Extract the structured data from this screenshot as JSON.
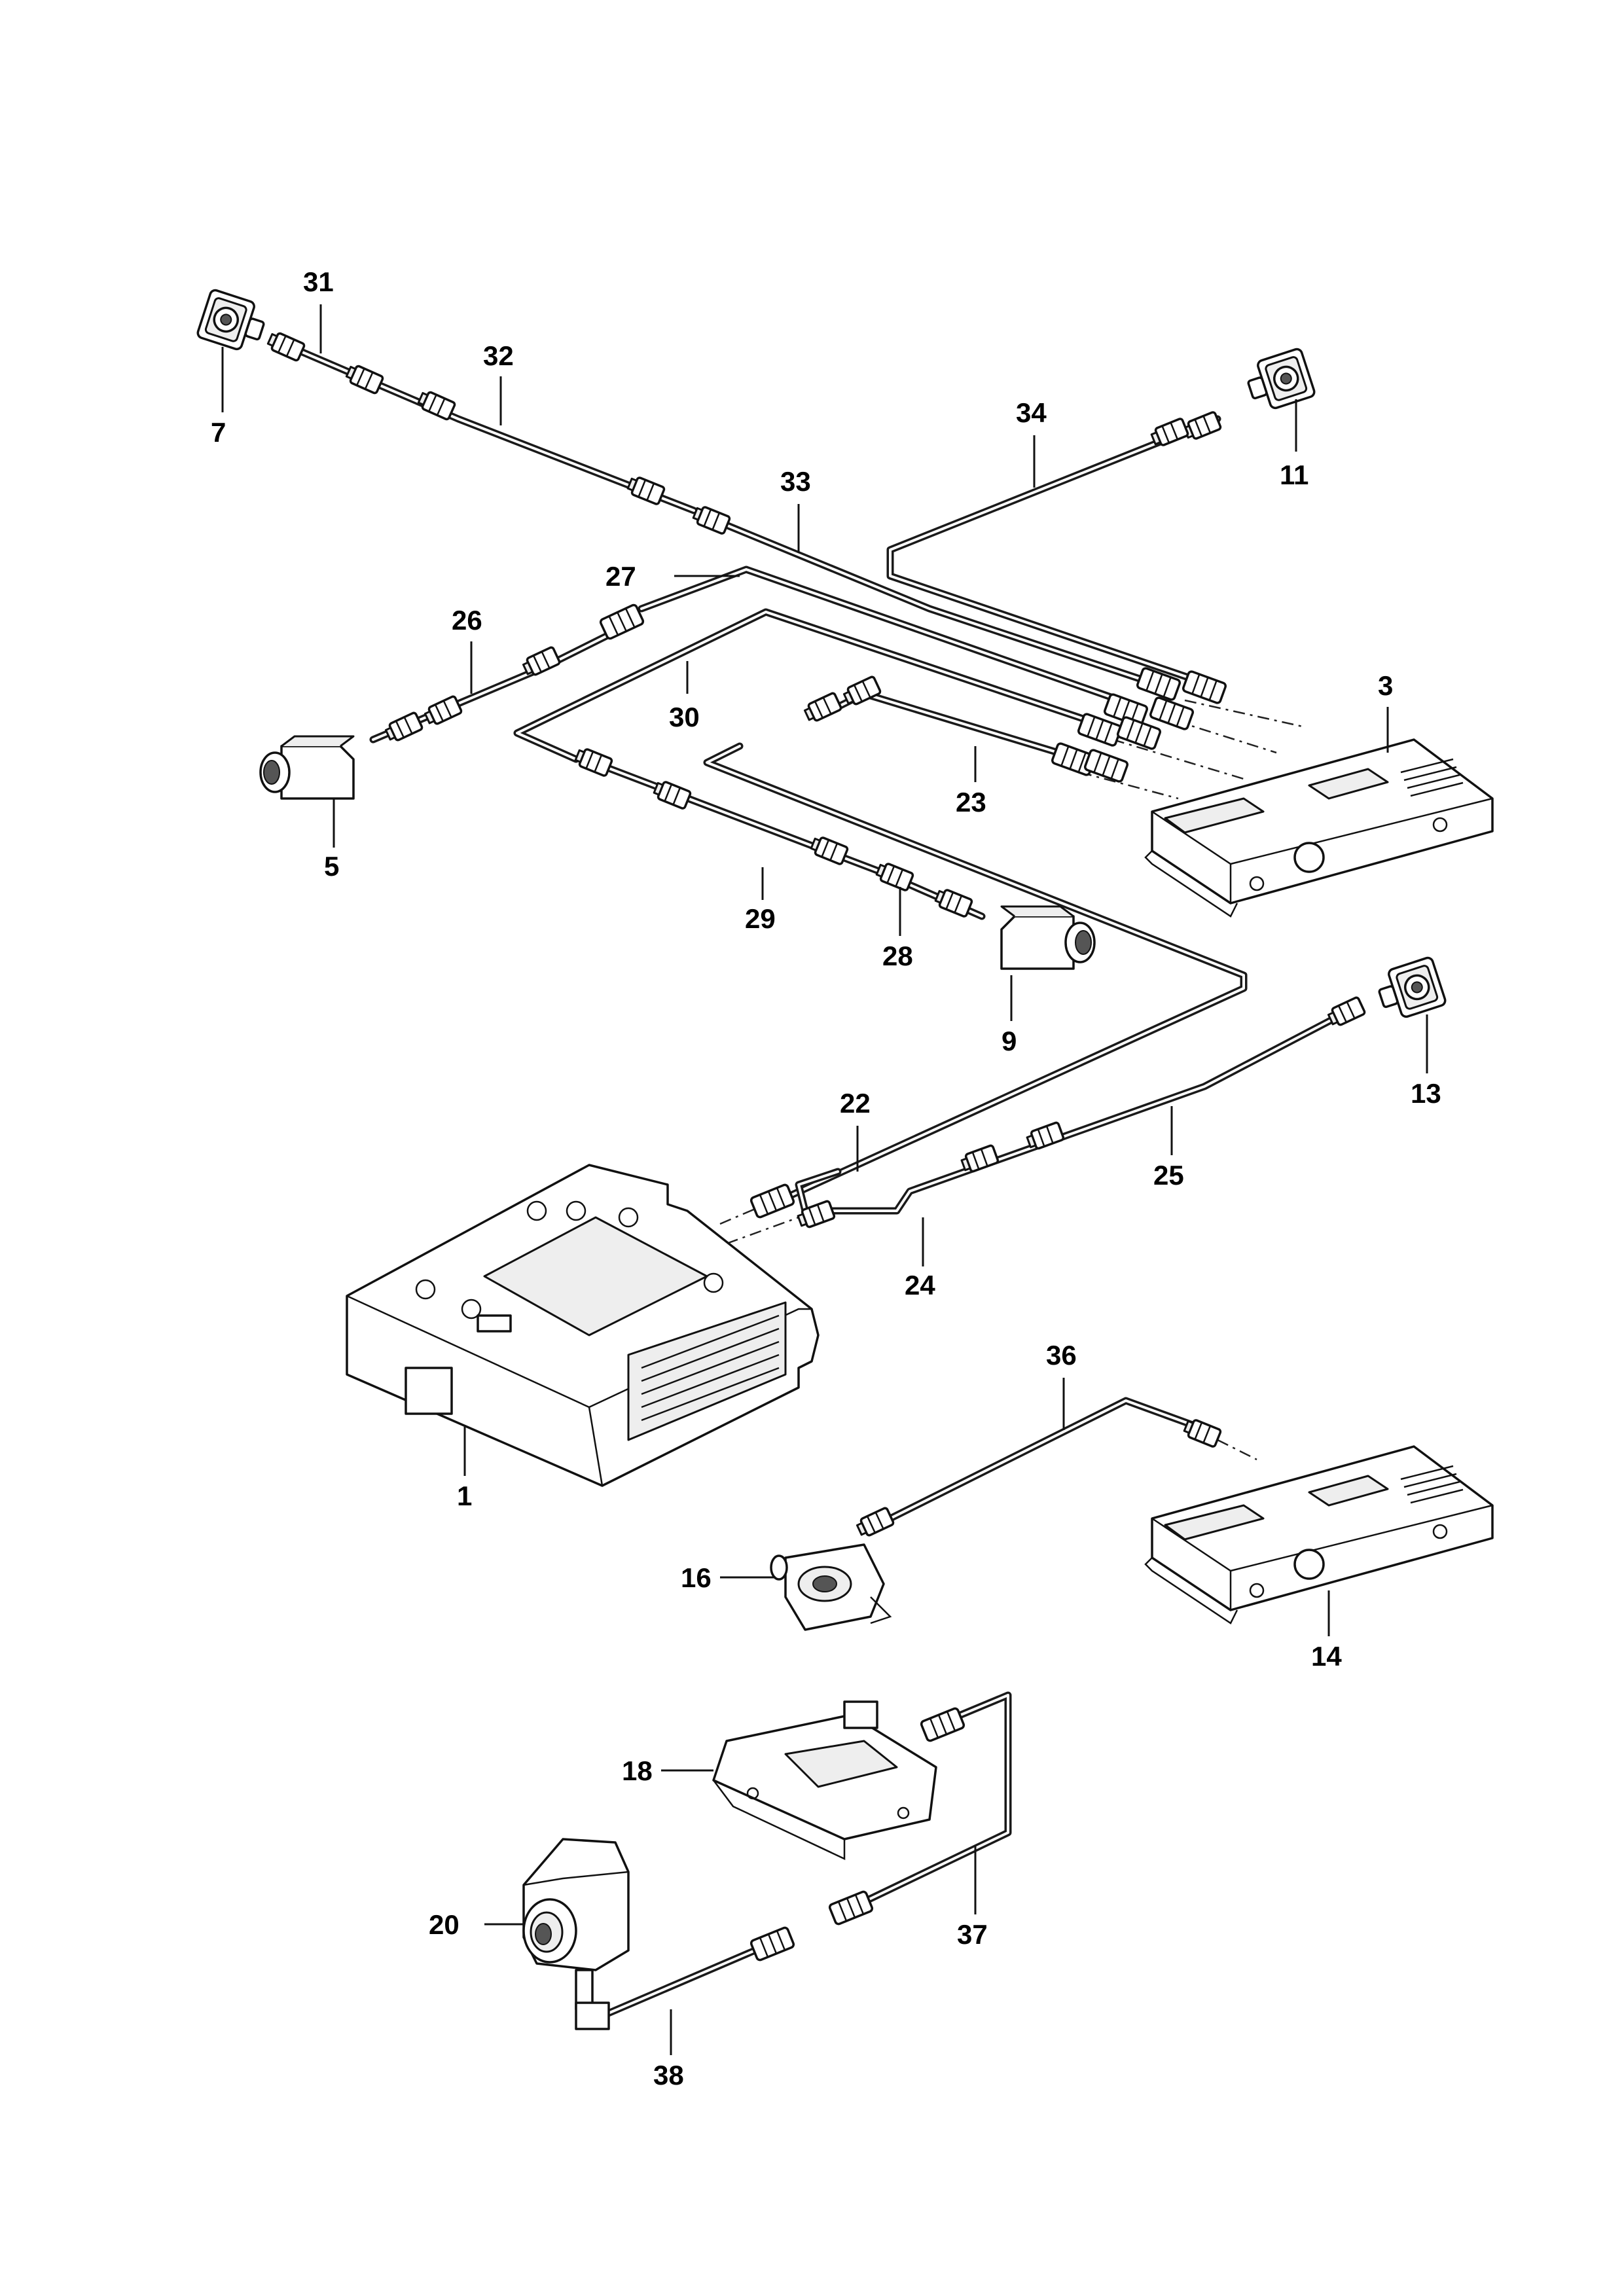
{
  "parts": {
    "p1": {
      "label": "1"
    },
    "p3": {
      "label": "3"
    },
    "p5": {
      "label": "5"
    },
    "p7": {
      "label": "7"
    },
    "p9": {
      "label": "9"
    },
    "p11": {
      "label": "11"
    },
    "p13": {
      "label": "13"
    },
    "p14": {
      "label": "14"
    },
    "p16": {
      "label": "16"
    },
    "p18": {
      "label": "18"
    },
    "p20": {
      "label": "20"
    },
    "p22": {
      "label": "22"
    },
    "p23": {
      "label": "23"
    },
    "p24": {
      "label": "24"
    },
    "p25": {
      "label": "25"
    },
    "p26": {
      "label": "26"
    },
    "p27": {
      "label": "27"
    },
    "p28": {
      "label": "28"
    },
    "p29": {
      "label": "29"
    },
    "p30": {
      "label": "30"
    },
    "p31": {
      "label": "31"
    },
    "p32": {
      "label": "32"
    },
    "p33": {
      "label": "33"
    },
    "p34": {
      "label": "34"
    },
    "p36": {
      "label": "36"
    },
    "p37": {
      "label": "37"
    },
    "p38": {
      "label": "38"
    }
  },
  "colors": {
    "line": "#1a1a1a",
    "background": "#ffffff"
  }
}
